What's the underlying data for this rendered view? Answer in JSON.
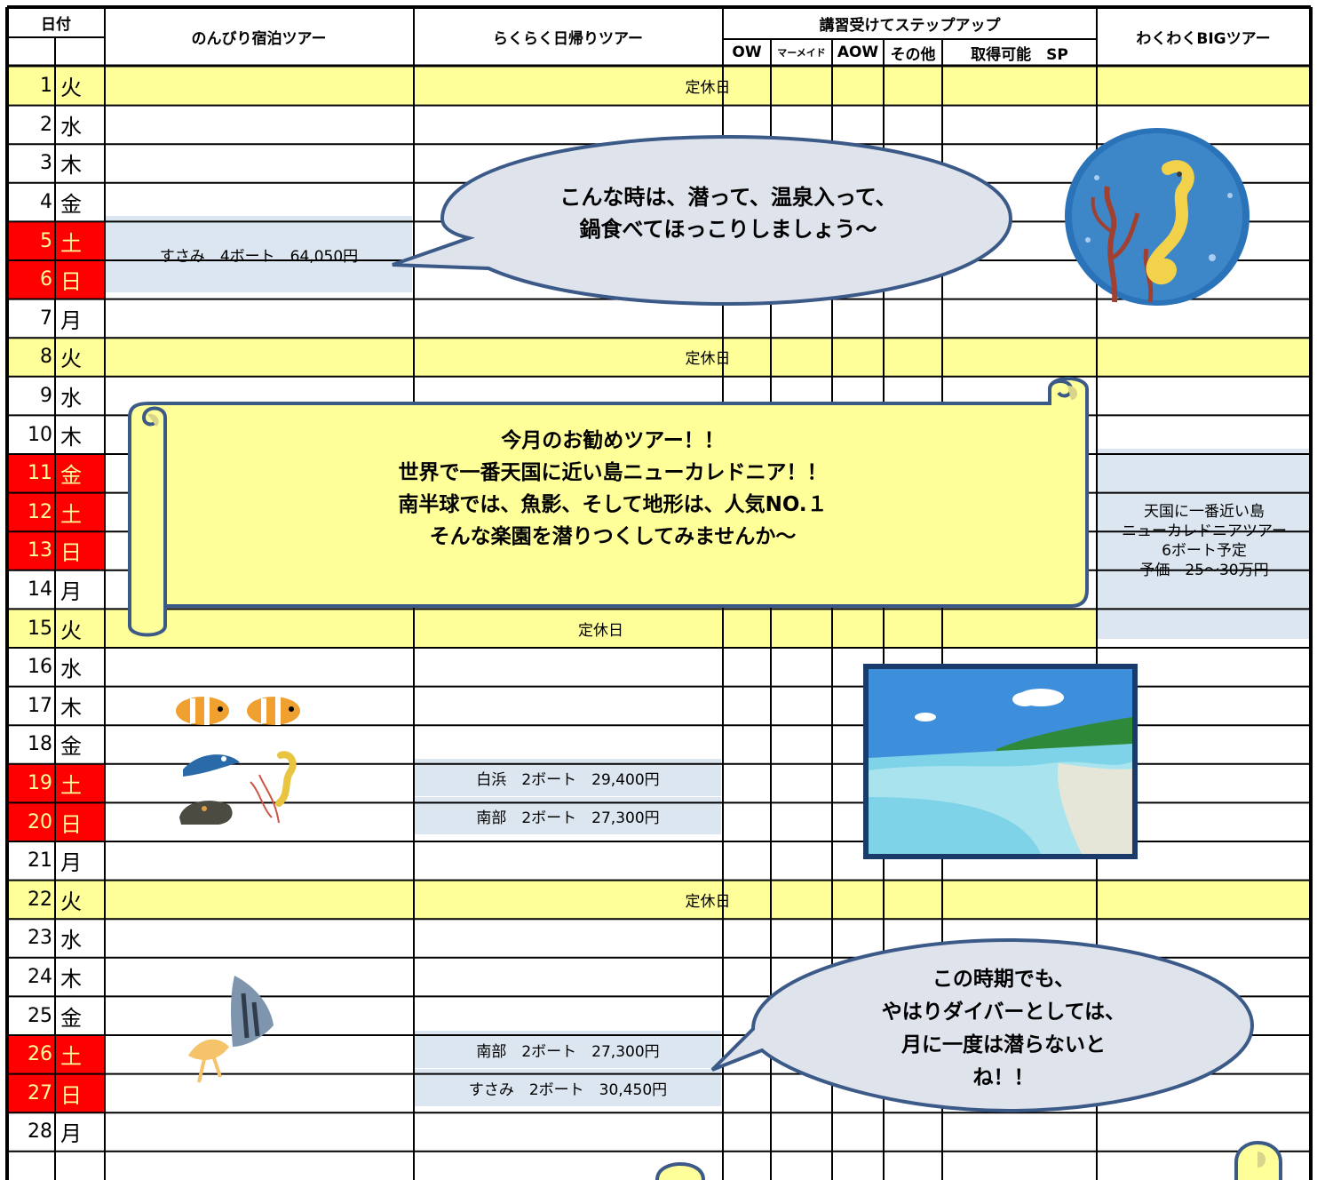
{
  "header": {
    "date_label": "日付",
    "relax_stay_tour": "のんびり宿泊ツアー",
    "easy_day_tour": "らくらく日帰りツアー",
    "course_stepup": "講習受けてステップアップ",
    "course_ow": "OW",
    "course_mermaid": "マーメイド",
    "course_aow": "AOW",
    "course_other": "その他",
    "course_sp": "取得可能　SP",
    "big_tour": "わくわくBIGツアー"
  },
  "days": [
    {
      "day": "1",
      "weekday": "火"
    },
    {
      "day": "2",
      "weekday": "水"
    },
    {
      "day": "3",
      "weekday": "木"
    },
    {
      "day": "4",
      "weekday": "金"
    },
    {
      "day": "5",
      "weekday": "土"
    },
    {
      "day": "6",
      "weekday": "日"
    },
    {
      "day": "7",
      "weekday": "月"
    },
    {
      "day": "8",
      "weekday": "火"
    },
    {
      "day": "9",
      "weekday": "水"
    },
    {
      "day": "10",
      "weekday": "木"
    },
    {
      "day": "11",
      "weekday": "金"
    },
    {
      "day": "12",
      "weekday": "土"
    },
    {
      "day": "13",
      "weekday": "日"
    },
    {
      "day": "14",
      "weekday": "月"
    },
    {
      "day": "15",
      "weekday": "火"
    },
    {
      "day": "16",
      "weekday": "水"
    },
    {
      "day": "17",
      "weekday": "木"
    },
    {
      "day": "18",
      "weekday": "金"
    },
    {
      "day": "19",
      "weekday": "土"
    },
    {
      "day": "20",
      "weekday": "日"
    },
    {
      "day": "21",
      "weekday": "月"
    },
    {
      "day": "22",
      "weekday": "火"
    },
    {
      "day": "23",
      "weekday": "水"
    },
    {
      "day": "24",
      "weekday": "木"
    },
    {
      "day": "25",
      "weekday": "金"
    },
    {
      "day": "26",
      "weekday": "土"
    },
    {
      "day": "27",
      "weekday": "日"
    },
    {
      "day": "28",
      "weekday": "月"
    }
  ],
  "holiday_label": "定休日",
  "tours": {
    "susami_4boat": "すさみ　4ボート　64,050円",
    "shirahama_2boat": "白浜　2ボート　29,400円",
    "nanbu_2boat_20": "南部　2ボート　27,300円",
    "nanbu_2boat_26": "南部　2ボート　27,300円",
    "susami_2boat": "すさみ　2ボート　30,450円"
  },
  "big_tour_note": {
    "line1": "天国に一番近い島",
    "line2": "ニューカレドニアツアー",
    "line3": "6ボート予定",
    "line4": "予価　25～30万円"
  },
  "bubble_top": {
    "line1": "こんな時は、潜って、温泉入って、",
    "line2": "鍋食べてほっこりしましょう～"
  },
  "scroll_banner": {
    "line1": "今月のお勧めツアー！！",
    "line2": "世界で一番天国に近い島ニューカレドニア！！",
    "line3": "南半球では、魚影、そして地形は、人気NO.１",
    "line4": "そんな楽園を潜りつくしてみませんか～"
  },
  "bubble_bottom": {
    "line1": "この時期でも、",
    "line2": "やはりダイバーとしては、",
    "line3": "月に一度は潜らないと",
    "line4": "ね！！"
  },
  "colors": {
    "weekend_red": "#ff0000",
    "holiday_yellow": "#ffff99",
    "tour_blue": "#dce6f1",
    "bubble_fill": "#dfe3ec",
    "bubble_stroke": "#3c5a88",
    "scroll_fill": "#ffff99"
  }
}
